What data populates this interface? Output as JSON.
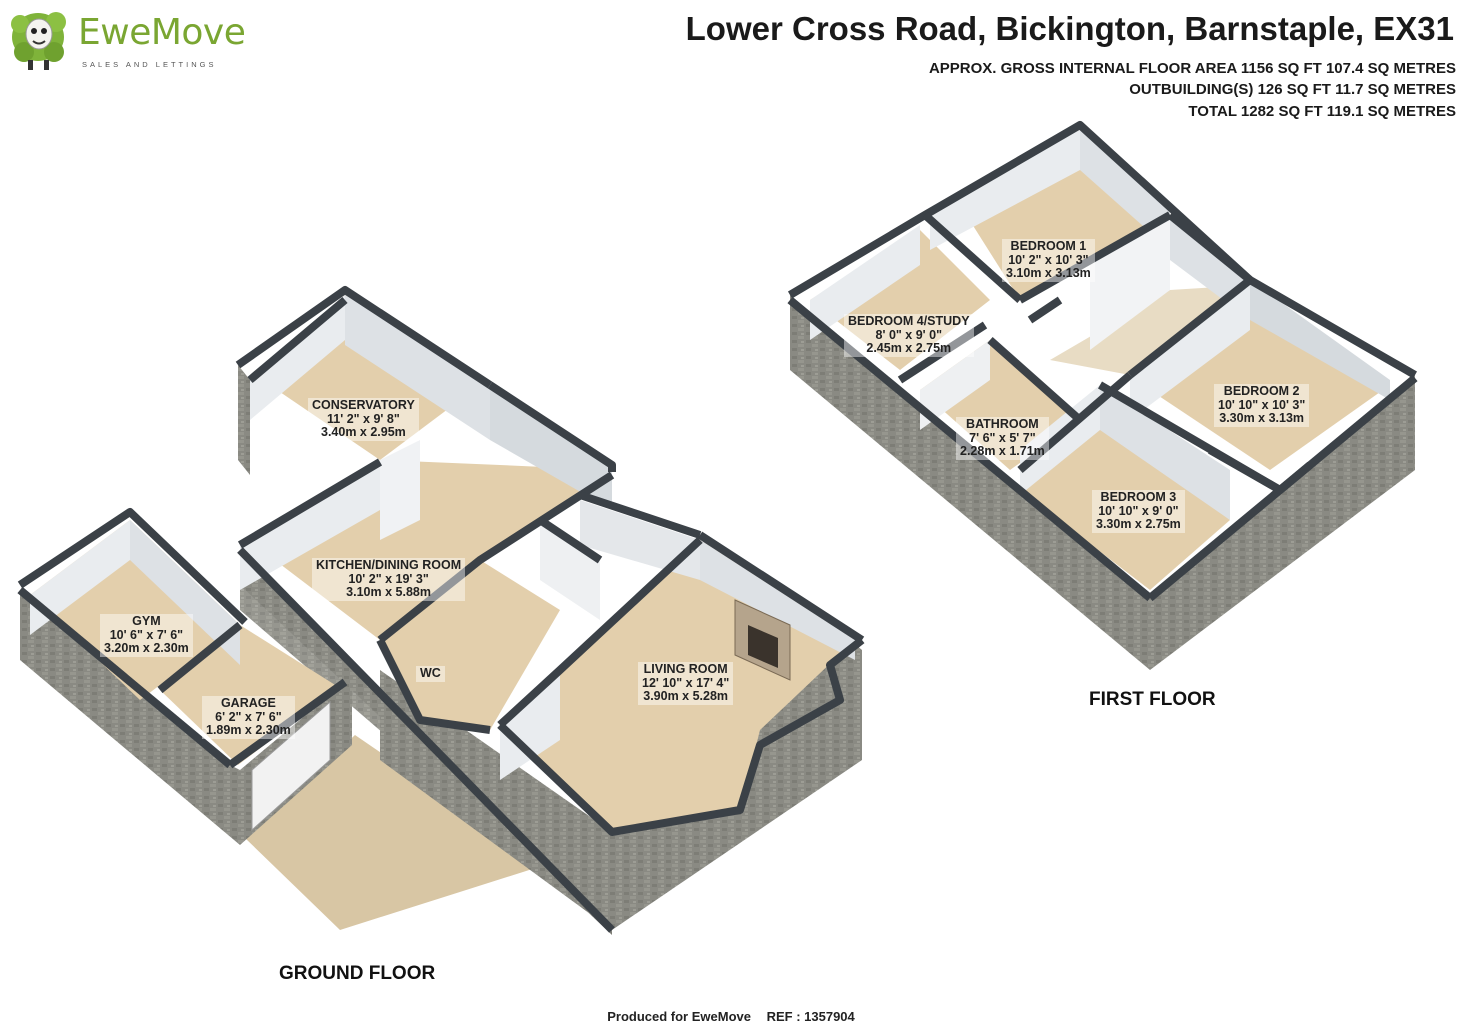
{
  "brand": {
    "name": "EweMove",
    "tagline": "SALES AND LETTINGS",
    "color": "#7aa632"
  },
  "property": {
    "address": "Lower Cross Road, Bickington, Barnstaple, EX31",
    "area_lines": [
      "APPROX. GROSS INTERNAL FLOOR AREA 1156 SQ FT 107.4 SQ METRES",
      "OUTBUILDING(S) 126 SQ FT 11.7 SQ METRES",
      "TOTAL 1282 SQ FT 119.1 SQ METRES"
    ]
  },
  "ground_floor": {
    "label": "GROUND FLOOR",
    "rooms": {
      "conservatory": {
        "name": "CONSERVATORY",
        "imperial": "11' 2\" x 9' 8\"",
        "metric": "3.40m x 2.95m"
      },
      "kitchen": {
        "name": "KITCHEN/DINING ROOM",
        "imperial": "10' 2\" x 19' 3\"",
        "metric": "3.10m x 5.88m"
      },
      "gym": {
        "name": "GYM",
        "imperial": "10' 6\" x 7' 6\"",
        "metric": "3.20m x 2.30m"
      },
      "garage": {
        "name": "GARAGE",
        "imperial": "6' 2\" x 7' 6\"",
        "metric": "1.89m x 2.30m"
      },
      "wc": {
        "name": "WC"
      },
      "living": {
        "name": "LIVING ROOM",
        "imperial": "12' 10\" x 17' 4\"",
        "metric": "3.90m x 5.28m"
      }
    }
  },
  "first_floor": {
    "label": "FIRST FLOOR",
    "rooms": {
      "bedroom1": {
        "name": "BEDROOM 1",
        "imperial": "10' 2\" x 10' 3\"",
        "metric": "3.10m x 3.13m"
      },
      "bedroom4": {
        "name": "BEDROOM 4/STUDY",
        "imperial": "8' 0\" x 9' 0\"",
        "metric": "2.45m x 2.75m"
      },
      "bathroom": {
        "name": "BATHROOM",
        "imperial": "7' 6\" x 5' 7\"",
        "metric": "2.28m x 1.71m"
      },
      "bedroom2": {
        "name": "BEDROOM 2",
        "imperial": "10' 10\" x 10' 3\"",
        "metric": "3.30m x 3.13m"
      },
      "bedroom3": {
        "name": "BEDROOM 3",
        "imperial": "10' 10\" x 9' 0\"",
        "metric": "3.30m x 2.75m"
      }
    }
  },
  "footer": {
    "produced": "Produced for EweMove",
    "ref": "REF : 1357904"
  },
  "colors": {
    "floor": "#e3cfac",
    "wall_inner": "#e9ecef",
    "wall_top": "#3b4147",
    "brick": "#8a8a83",
    "drive": "#d8c6a4"
  }
}
